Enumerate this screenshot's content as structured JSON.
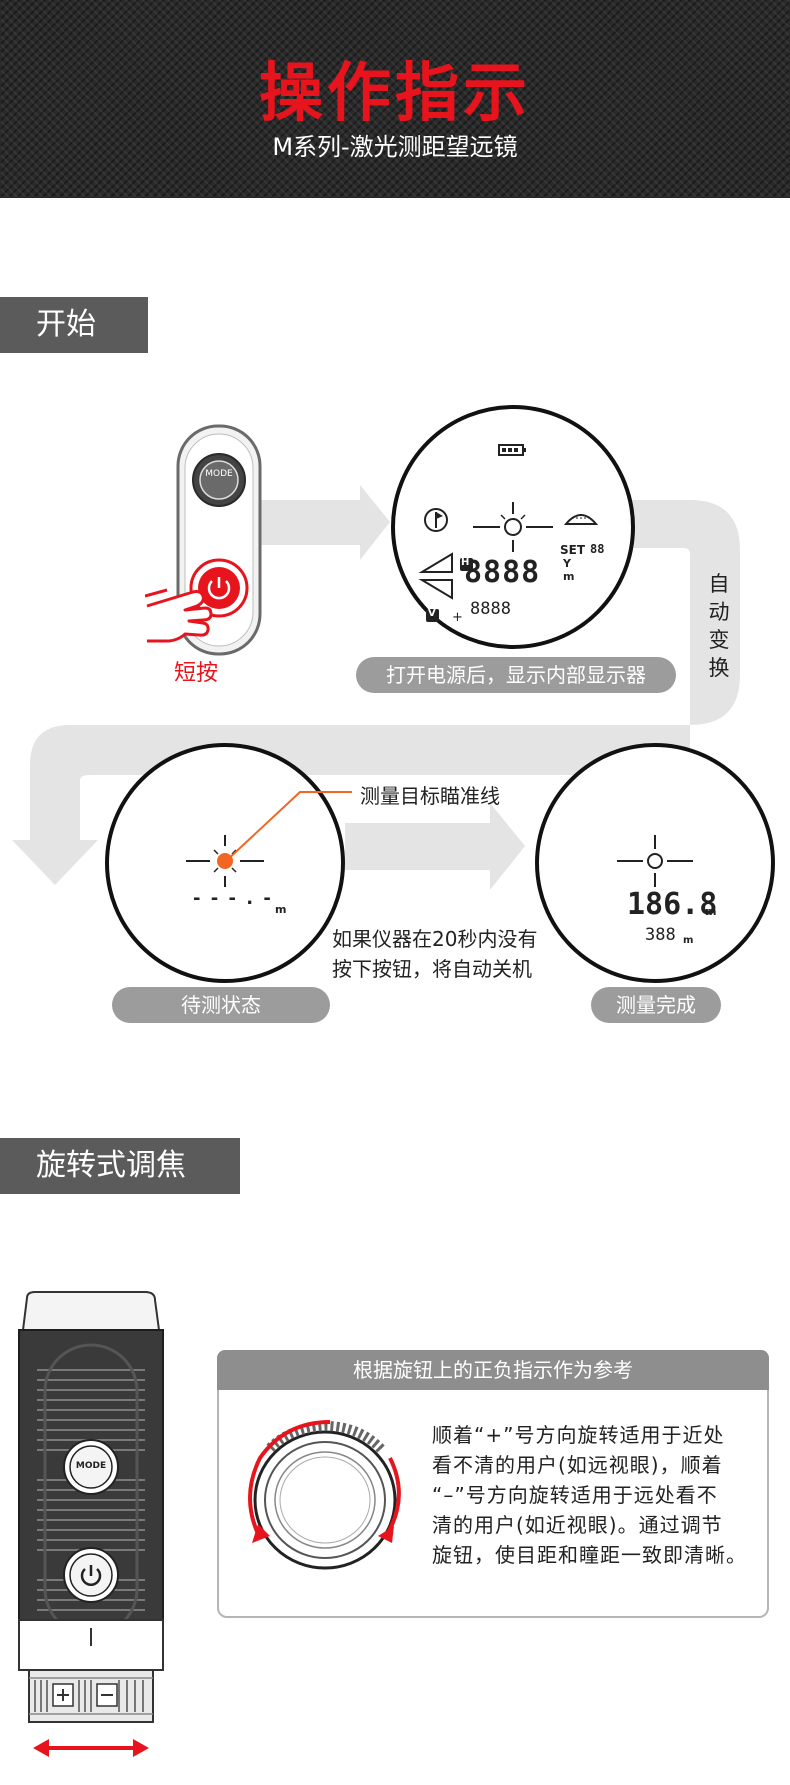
{
  "header": {
    "title": "操作指示",
    "subtitle": "M系列-激光测距望远镜"
  },
  "section_start": {
    "tab_label": "开始",
    "device": {
      "mode_label": "MODE"
    },
    "short_press_label": "短按",
    "lcd_full": {
      "set_label": "SET",
      "main_digits": "8888",
      "sub_digits": "8888",
      "unit_top": "Y",
      "unit_bottom": "m",
      "h_badge": "H",
      "v_badge": "V",
      "set_digits": "88"
    },
    "power_on_caption": "打开电源后，显示内部显示器",
    "auto_switch": [
      "自",
      "动",
      "变",
      "换"
    ],
    "aim_line_label": "测量目标瞄准线",
    "standby_dots": "- - - . -",
    "standby_unit": "m",
    "auto_off_note_line1": "如果仪器在20秒内没有",
    "auto_off_note_line2": "按下按钮，将自动关机",
    "standby_caption": "待测状态",
    "result_main": "186.8",
    "result_sub": "388",
    "result_unit": "m",
    "done_caption": "测量完成"
  },
  "section_focus": {
    "tab_label": "旋转式调焦",
    "box_header": "根据旋钮上的正负指示作为参考",
    "body_lines": [
      "顺着“+”号方向旋转适用于近处",
      "看不清的用户(如远视眼)，顺着",
      "“–”号方向旋转适用于远处看不",
      "清的用户(如近视眼)。通过调节",
      "旋钮，使目距和瞳距一致即清晰。"
    ],
    "device": {
      "mode_label": "MODE"
    }
  },
  "colors": {
    "accent_red": "#e8141d",
    "orange": "#f26522",
    "gray_pill": "#9c9c9c",
    "tab_gray": "#5b5b5b",
    "arrow_gray": "#e4e4e4"
  }
}
